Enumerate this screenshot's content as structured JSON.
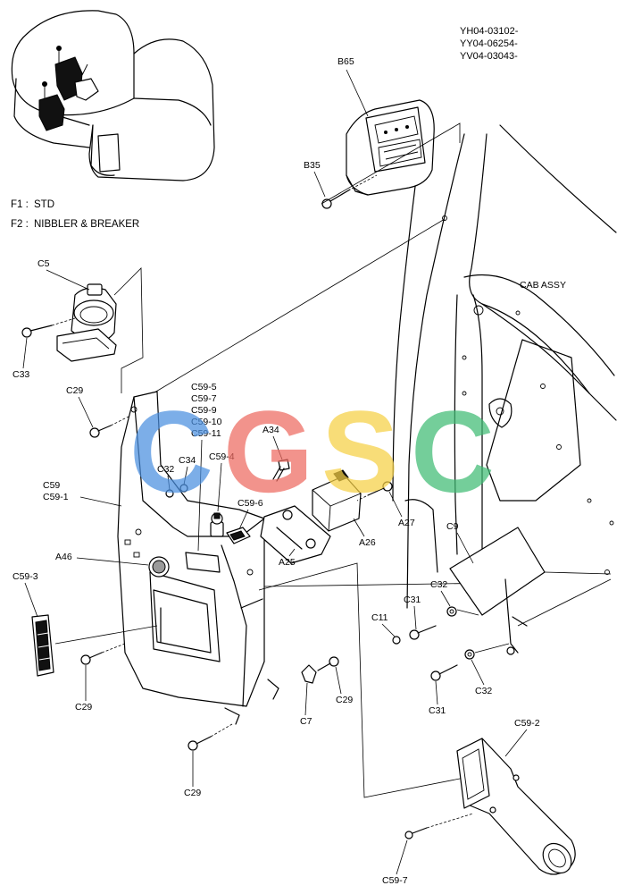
{
  "serials": [
    "YH04-03102-",
    "YY04-06254-",
    "YV04-03043-"
  ],
  "legend": [
    {
      "code": "F1 :",
      "text": "STD"
    },
    {
      "code": "F2 :",
      "text": "NIBBLER & BREAKER"
    }
  ],
  "assembly_label": "CAB ASSY",
  "watermark": {
    "letters": [
      "C",
      "G",
      "S",
      "C"
    ],
    "colors": [
      "#4a8fe0",
      "#ee6a60",
      "#f6d045",
      "#3fbc74"
    ]
  },
  "labels": {
    "b65": "B65",
    "b35": "B35",
    "c5": "C5",
    "c33": "C33",
    "c29_a": "C29",
    "c59_5": "C59-5",
    "c59_7a": "C59-7",
    "c59_9": "C59-9",
    "c59_10": "C59-10",
    "c59_11": "C59-11",
    "a34": "A34",
    "c32_a": "C32",
    "c34": "C34",
    "c59_4": "C59-4",
    "c59": "C59",
    "c59_1": "C59-1",
    "c59_6": "C59-6",
    "a27": "A27",
    "a26": "A26",
    "a25": "A25",
    "a46": "A46",
    "c59_3": "C59-3",
    "c9": "C9",
    "c32_b": "C32",
    "c31_a": "C31",
    "c11": "C11",
    "c29_b": "C29",
    "c7": "C7",
    "c29_c": "C29",
    "c31_b": "C31",
    "c32_c": "C32",
    "c29_d": "C29",
    "c59_2": "C59-2",
    "c59_7b": "C59-7"
  }
}
